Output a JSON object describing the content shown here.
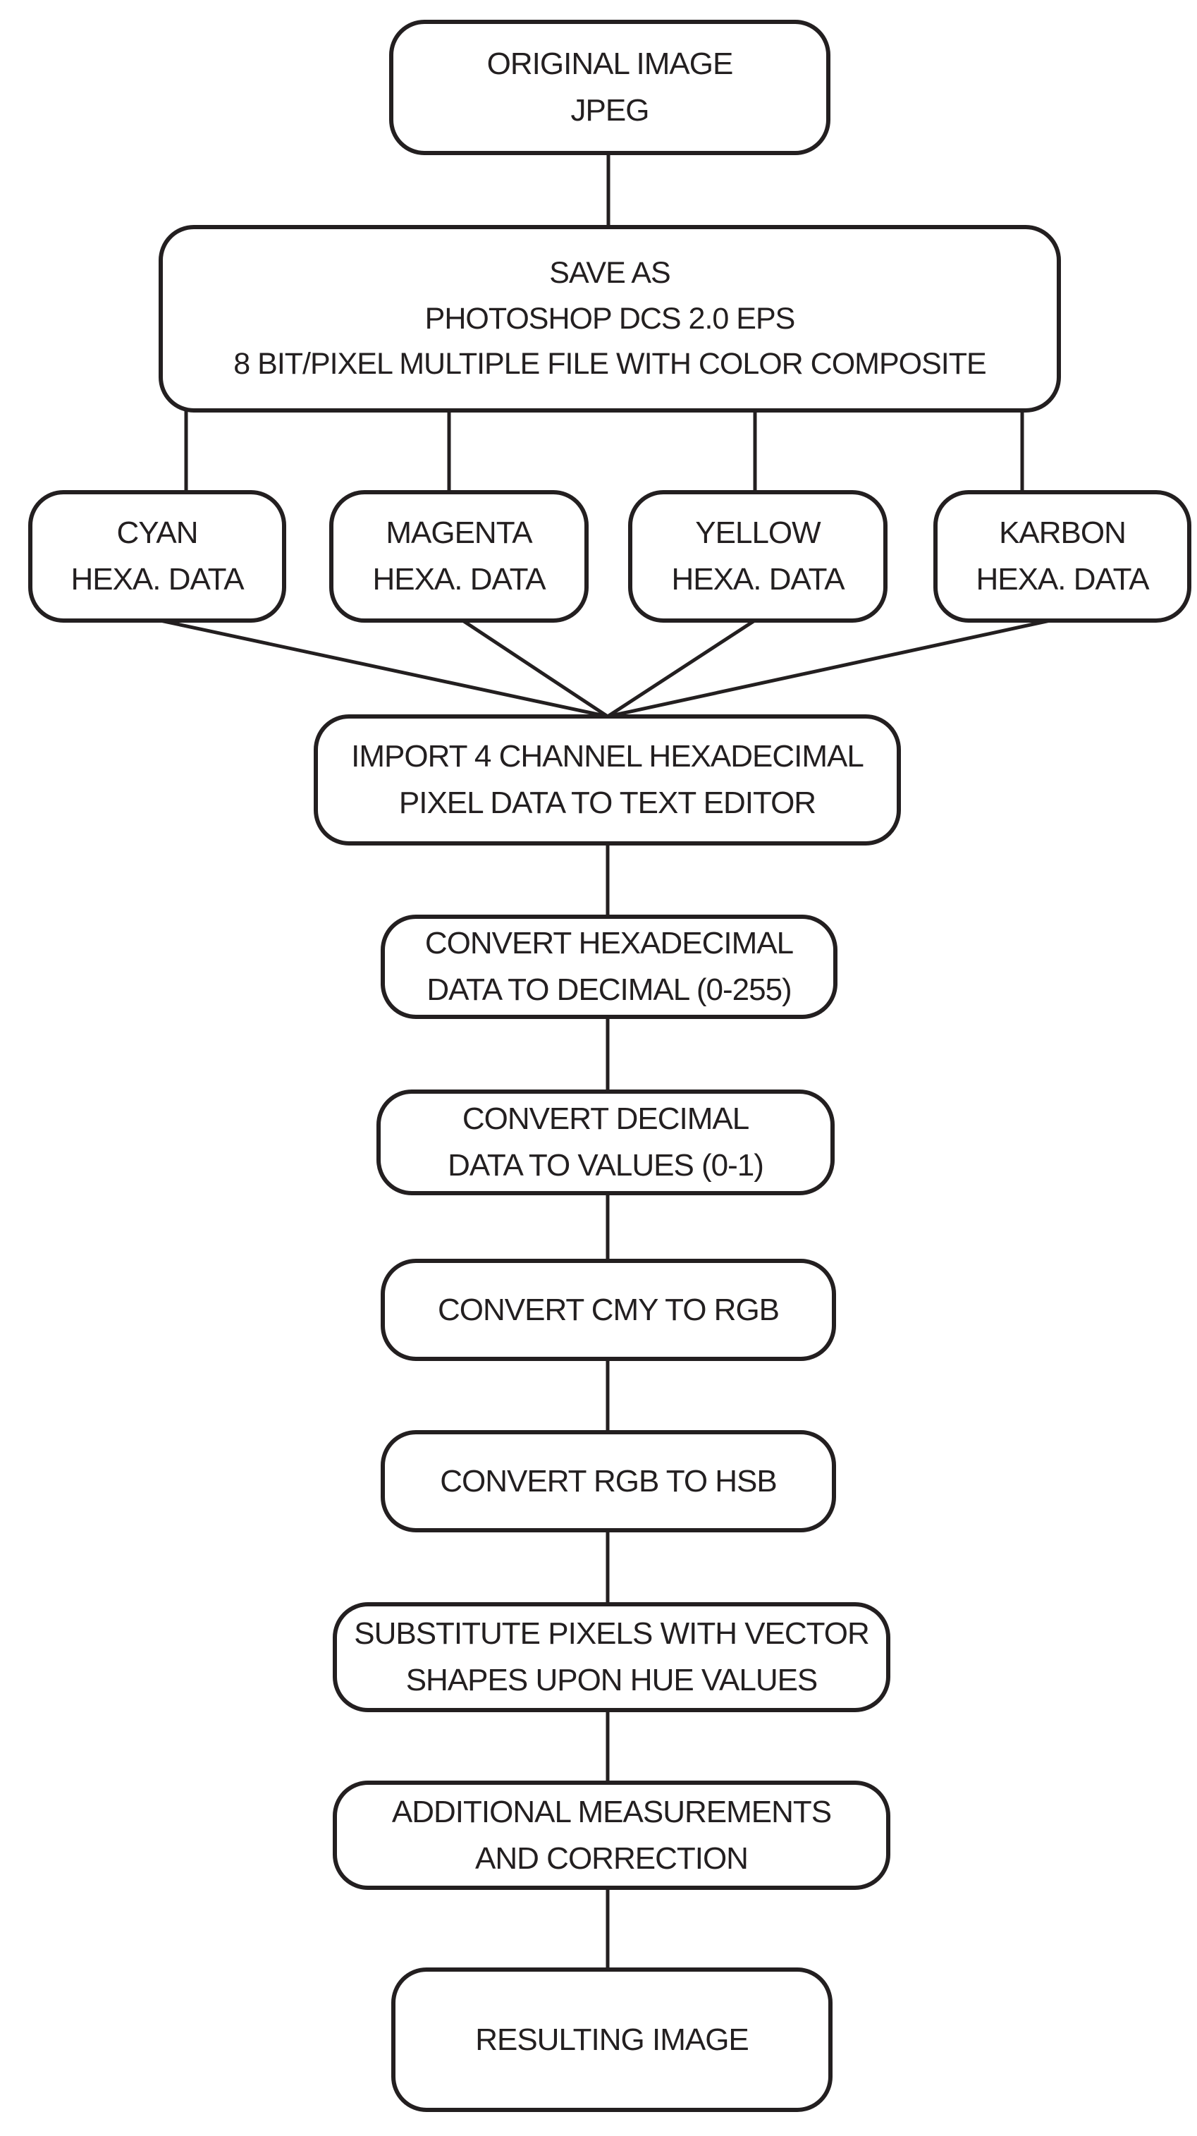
{
  "diagram": {
    "type": "flowchart",
    "colors": {
      "stroke": "#231f20",
      "background": "#ffffff"
    },
    "nodes": {
      "original_image": {
        "lines": [
          "ORIGINAL IMAGE",
          "JPEG"
        ]
      },
      "save_as": {
        "lines": [
          "SAVE AS",
          "PHOTOSHOP DCS 2.0 EPS",
          "8 BIT/PIXEL MULTIPLE FILE WITH COLOR COMPOSITE"
        ]
      },
      "cyan": {
        "lines": [
          "CYAN",
          "HEXA. DATA"
        ]
      },
      "magenta": {
        "lines": [
          "MAGENTA",
          "HEXA. DATA"
        ]
      },
      "yellow": {
        "lines": [
          "YELLOW",
          "HEXA. DATA"
        ]
      },
      "karbon": {
        "lines": [
          "KARBON",
          "HEXA. DATA"
        ]
      },
      "import_channels": {
        "lines": [
          "IMPORT 4 CHANNEL HEXADECIMAL",
          "PIXEL DATA TO TEXT EDITOR"
        ]
      },
      "hex_to_decimal": {
        "lines": [
          "CONVERT HEXADECIMAL",
          "DATA TO DECIMAL (0-255)"
        ]
      },
      "decimal_to_values": {
        "lines": [
          "CONVERT DECIMAL",
          "DATA TO VALUES (0-1)"
        ]
      },
      "cmy_to_rgb": {
        "lines": [
          "CONVERT CMY TO RGB"
        ]
      },
      "rgb_to_hsb": {
        "lines": [
          "CONVERT RGB TO HSB"
        ]
      },
      "substitute_pixels": {
        "lines": [
          "SUBSTITUTE PIXELS WITH VECTOR",
          "SHAPES UPON HUE VALUES"
        ]
      },
      "additional_measurements": {
        "lines": [
          "ADDITIONAL MEASUREMENTS",
          "AND CORRECTION"
        ]
      },
      "resulting_image": {
        "lines": [
          "RESULTING IMAGE"
        ]
      }
    },
    "edges": [
      {
        "from": "original_image",
        "to": "save_as"
      },
      {
        "from": "save_as",
        "to": "cyan"
      },
      {
        "from": "save_as",
        "to": "magenta"
      },
      {
        "from": "save_as",
        "to": "yellow"
      },
      {
        "from": "save_as",
        "to": "karbon"
      },
      {
        "from": "cyan",
        "to": "import_channels"
      },
      {
        "from": "magenta",
        "to": "import_channels"
      },
      {
        "from": "yellow",
        "to": "import_channels"
      },
      {
        "from": "karbon",
        "to": "import_channels"
      },
      {
        "from": "import_channels",
        "to": "hex_to_decimal"
      },
      {
        "from": "hex_to_decimal",
        "to": "decimal_to_values"
      },
      {
        "from": "decimal_to_values",
        "to": "cmy_to_rgb"
      },
      {
        "from": "cmy_to_rgb",
        "to": "rgb_to_hsb"
      },
      {
        "from": "rgb_to_hsb",
        "to": "substitute_pixels"
      },
      {
        "from": "substitute_pixels",
        "to": "additional_measurements"
      },
      {
        "from": "additional_measurements",
        "to": "resulting_image"
      }
    ]
  }
}
